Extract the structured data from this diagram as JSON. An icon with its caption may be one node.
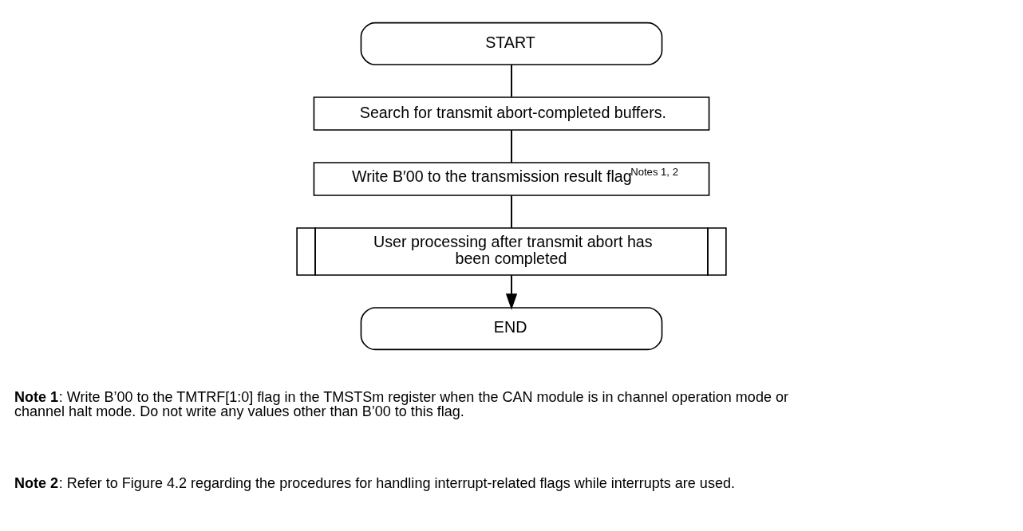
{
  "diagram": {
    "nodes": [
      {
        "text": [
          "START"
        ]
      },
      {
        "text": [
          "Search for transmit abort-completed buffers."
        ]
      },
      {
        "text": [
          "Write B′00 to the transmission result flag",
          "Notes 1, 2"
        ]
      },
      {
        "text": [
          "User processing after transmit abort has been completed"
        ]
      },
      {
        "text": [
          "END"
        ]
      }
    ],
    "edges": [
      {
        "from": 0,
        "to": 1,
        "arrow": "none"
      },
      {
        "from": 1,
        "to": 2,
        "arrow": "none"
      },
      {
        "from": 2,
        "to": 3,
        "arrow": "none"
      },
      {
        "from": 3,
        "to": 4,
        "arrow": "to"
      }
    ],
    "labels": [
      "**Note 1**: Write B’00 to the TMTRF[1:0] flag in the TMSTSm register when the CAN module is in channel operation mode or channel halt mode. Do not write any values other than B’00 to this flag.",
      "**Note 2**: Refer to Figure 4.2 regarding the procedures for handling interrupt-related flags while interrupts are used."
    ]
  }
}
